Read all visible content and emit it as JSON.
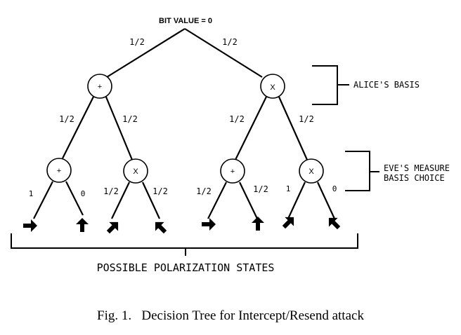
{
  "root_label": "BIT VALUE = 0",
  "alice_nodes": [
    "+",
    "X"
  ],
  "eve_nodes": [
    "+",
    "X",
    "+",
    "X"
  ],
  "edge_probs": {
    "root": [
      "1/2",
      "1/2"
    ],
    "alice": [
      "1/2",
      "1/2",
      "1/2",
      "1/2"
    ],
    "eve": [
      "1",
      "0",
      "1/2",
      "1/2",
      "1/2",
      "1/2",
      "1",
      "0"
    ]
  },
  "polarization_states": [
    "right-arrow-icon",
    "up-arrow-icon",
    "up-right-arrow-icon",
    "up-left-arrow-icon",
    "right-arrow-icon",
    "up-arrow-icon",
    "up-right-arrow-icon",
    "up-left-arrow-icon"
  ],
  "brackets": {
    "alice": "ALICE'S BASIS",
    "eve_line1": "EVE'S MEASURE",
    "eve_line2": "BASIS CHOICE",
    "bottom": "POSSIBLE POLARIZATION STATES"
  },
  "caption": "Fig. 1.   Decision Tree for Intercept/Resend attack"
}
